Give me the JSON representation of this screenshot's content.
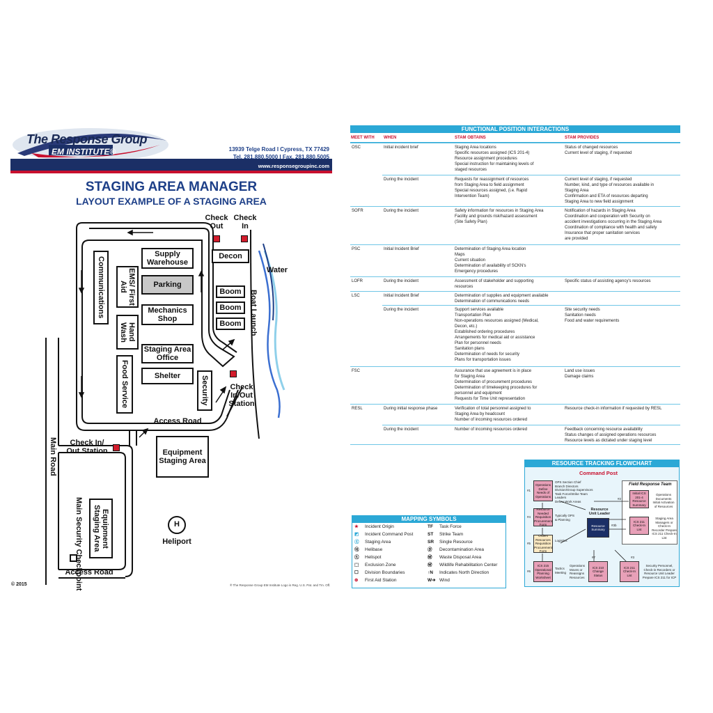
{
  "header": {
    "logo_title": "The Response Group",
    "logo_sub": "EM INSTITUTE®",
    "address": "13939 Telge Road I Cypress, TX 77429",
    "phone": "Tel. 281.880.5000 I Fax. 281.880.5005",
    "website": "www.responsegroupinc.com",
    "title": "STAGING AREA MANAGER",
    "subtitle": "LAYOUT EXAMPLE OF A STAGING AREA"
  },
  "map": {
    "check_out": "Check Out",
    "check_in": "Check In",
    "supply_warehouse": "Supply Warehouse",
    "decon": "Decon",
    "water": "Water",
    "communications": "Communications",
    "ems_first_aid": "EMS/ First Aid",
    "parking": "Parking",
    "boom": "Boom",
    "boat_launch": "Boat Launch",
    "mechanics_shop": "Mechanics Shop",
    "hand_wash": "Hand Wash",
    "staging_area_office": "Staging Area Office",
    "food_service": "Food Service",
    "shelter": "Shelter",
    "security": "Security",
    "check_in_out_station": "Check In/Out Station",
    "access_road": "Access Road",
    "check_in_out_station_2": "Check In/ Out Station",
    "equipment_staging_area": "Equipment Staging Area",
    "main_road": "Main Road",
    "heliport": "Heliport",
    "heliport_symbol": "H",
    "main_security_checkpoint": "Main Security Checkpoint",
    "equipment_staging_area_2": "Equipment Staging Area",
    "access_road_2": "Access Road"
  },
  "footer": {
    "copyright": "© 2015",
    "trademark": "® The Response Group EM Institute Logo is Reg. U.S. Pat. and Tm. Off."
  },
  "interactions": {
    "title": "FUNCTIONAL POSITION INTERACTIONS",
    "columns": [
      "MEET WITH",
      "WHEN",
      "STAM OBTAINS",
      "STAM PROVIDES"
    ],
    "rows": [
      {
        "meet": "OSC",
        "when": "Initial incident brief",
        "obtains": "Staging Area locations\nSpecific resources assigned (ICS 201-4)\nResource assignment procedures\nSpecial instruction for maintaining levels of\nstaged resources",
        "provides": "Status of changed resources\nCurrent level of staging, if requested"
      },
      {
        "meet": "",
        "when": "During the incident",
        "obtains": "Requests for reassignment of resources\nfrom Staging Area to field assignment\nSpecial resources assigned, (i.e. Rapid\nIntervention Team)",
        "provides": "Current level of staging, if requested\nNumber, kind, and type of resources available in\nStaging Area\nConfirmation and ETA of resources departing\nStaging Area to new field assignment"
      },
      {
        "meet": "SOFR",
        "when": "During the incident",
        "obtains": "Safety information for resources in Staging Area\nFacility and grounds risk/hazard assessment\n(Site Safety Plan)",
        "provides": "Notification of hazards in Staging Area\nCoordination and cooperation with Security on\naccident investigations occurring in the Staging Area\nCoordination of compliance with health and safety\nInsurance that proper sanitation services\nare provided"
      },
      {
        "meet": "PSC",
        "when": "Initial Incident Brief",
        "obtains": "Determination of Staging Area location\nMaps\nCurrent situation\nDetermination of availability of SCKN's\nEmergency procedures",
        "provides": ""
      },
      {
        "meet": "LOFR",
        "when": "During the incident",
        "obtains": "Assessment of stakeholder and supporting\nresources",
        "provides": "Specific status of assisting agency's resources"
      },
      {
        "meet": "LSC",
        "when": "Initial Incident Brief",
        "obtains": "Determination of supplies and equipment available\nDetermination of communications needs",
        "provides": ""
      },
      {
        "meet": "",
        "when": "During the incident",
        "obtains": "Support services available\nTransportation Plan\nNon-operations resources assigned (Medical,\nDecon, etc.)\nEstablished ordering procedures\nArrangements for medical aid or assistance\nPlan for personnel needs\nSanitation plans\nDetermination of needs for security\nPlans for transportation issues",
        "provides": "Site security needs\nSanitation needs\nFood and water requirements"
      },
      {
        "meet": "FSC",
        "when": "",
        "obtains": "Assurance that use agreement is in place\nfor Staging Area\nDetermination of procurement procedures\nDetermination of timekeeping procedures for\npersonnel and equipment\nRequests for Time Unit representation",
        "provides": "Land use issues\nDamage claims"
      },
      {
        "meet": "RESL",
        "when": "During initial response phase",
        "obtains": "Verification of total personnel assigned to\nStaging Area by headcount\nNumber of incoming resources ordered",
        "provides": "Resource check-in information if requested by RESL"
      },
      {
        "meet": "",
        "when": "During the incident",
        "obtains": "Number of incoming resources ordered",
        "provides": "Feedback concerning resource availability\nStatus changes of assigned operations resources\nResource levels as dictated under staging level"
      }
    ]
  },
  "symbols": {
    "title": "MAPPING SYMBOLS",
    "left": [
      {
        "icon": "★",
        "label": "Incident Origin",
        "color": "#c8102e"
      },
      {
        "icon": "◩",
        "label": "Incident Command Post",
        "color": "#2ba8d6"
      },
      {
        "icon": "Ⓢ",
        "label": "Staging Area",
        "color": "#2ba8d6"
      },
      {
        "icon": "Ⓗ",
        "label": "Helibase",
        "color": "#111111"
      },
      {
        "icon": "ⓗ",
        "label": "Helispot",
        "color": "#111111"
      },
      {
        "icon": "⬚",
        "label": "Exclusion Zone",
        "color": "#111111"
      },
      {
        "icon": "☐",
        "label": "Division Boundaries",
        "color": "#111111"
      },
      {
        "icon": "⊕",
        "label": "First Aid Station",
        "color": "#c8102e"
      }
    ],
    "right": [
      {
        "icon": "TF",
        "label": "Task Force"
      },
      {
        "icon": "ST",
        "label": "Strike Team"
      },
      {
        "icon": "SR",
        "label": "Single Resource"
      },
      {
        "icon": "Ⓓ",
        "label": "Decontamination Area"
      },
      {
        "icon": "Ⓦ",
        "label": "Waste Disposal Area"
      },
      {
        "icon": "Ⓦ",
        "label": "Wildlife Rehabilitation Center"
      },
      {
        "icon": "↑N",
        "label": "Indicates North Direction"
      },
      {
        "icon": "W➔",
        "label": "Wind"
      }
    ]
  },
  "flowchart": {
    "title": "RESOURCE TRACKING FLOWCHART",
    "command_post": "Command Post",
    "field_team": "Field Response Team",
    "ops_define": "Operations Define Needs of Operations",
    "ops_notes": "OPS Section Chief\nBranch Directors\nDivision/Group Supervisors\nTask Force/Strike Team\nLeaders\nDefine Work Areas",
    "resource_request": "Resource Needed Requisition Procurement Form",
    "typically": "Typically OPS\n& Planning",
    "orders": "Orders Resources Requisition Procurement Form",
    "logistics": "Logistics",
    "resource_unit_leader": "Resource Unit Leader",
    "resource_summary": "Resource Summary",
    "initial_ics": "Initial ICS 201-4 Resource Summary",
    "ops_docs": "Operations Documents Initial Activation of Resources",
    "ics211_a": "ICS 211 Check-In List",
    "stage_mgrs": "Staging Area Managers or Check-In Recorder Prepare ICS 211 Check-In List",
    "ics215": "ICS 215 Operational Planning Worksheet",
    "tactics": "Tactics Meeting",
    "ops_moves": "Operations Moves or Reassigns Resources",
    "ics210": "ICS 210 Change Status",
    "ics211_b": "ICS 211 Check-In List",
    "security_note": "Security Personnel, Check-in Recorders or Resource Unit Leader Prepare ICS 211 for ICP",
    "n1": "#1",
    "n2": "#2",
    "n3": "#3",
    "n3b": "#3b",
    "n4": "#4",
    "n5": "#5",
    "n6": "#6",
    "n7": "#7",
    "n8": "#8"
  },
  "colors": {
    "accent": "#2ba8d6",
    "brand": "#1d3f88",
    "red": "#c8102e"
  }
}
